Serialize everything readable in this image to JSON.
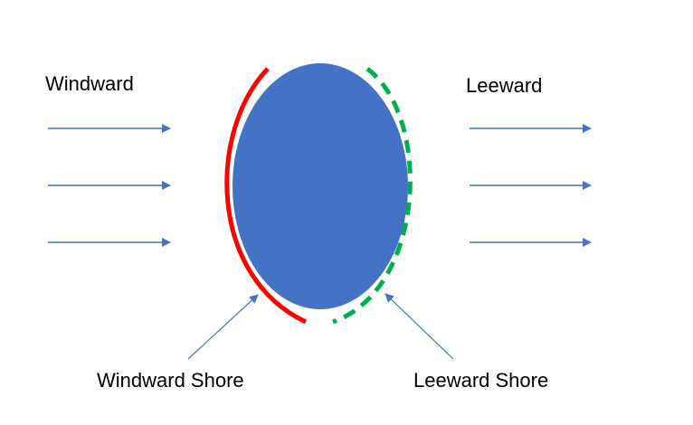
{
  "labels": {
    "windward": "Windward",
    "leeward": "Leeward",
    "windward_shore": "Windward Shore",
    "leeward_shore": "Leeward Shore"
  },
  "colors": {
    "island": "#4472C4",
    "arrows": "#4472C4",
    "windward_shore": "#FF0000",
    "leeward_shore": "#00B050"
  }
}
